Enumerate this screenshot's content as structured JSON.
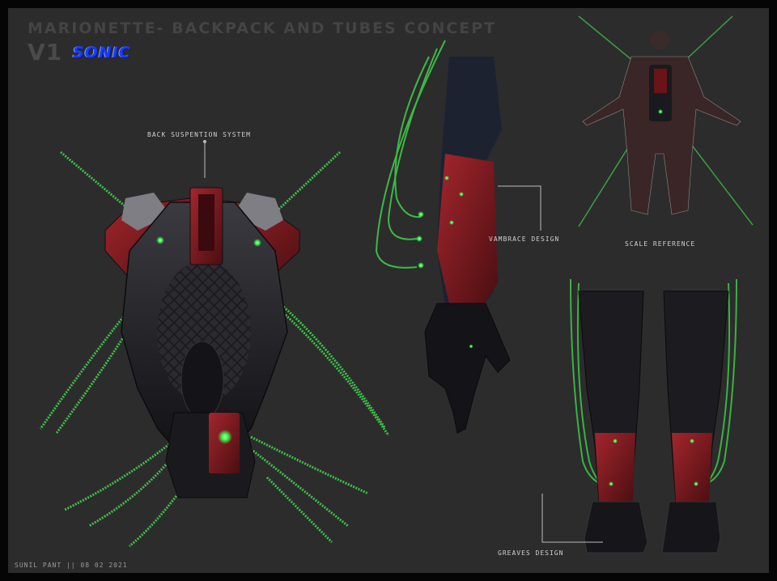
{
  "header": {
    "title": "MARIONETTE- BACKPACK AND TUBES CONCEPT",
    "version": "V1",
    "logo_text": "SONIC"
  },
  "callouts": {
    "back_suspension": "BACK SUSPENTION SYSTEM",
    "vambrace": "VAMBRACE DESIGN",
    "scale_reference": "SCALE REFERENCE",
    "greaves": "GREAVES DESIGN"
  },
  "footer": {
    "credit": "SUNIL PANT || 08 02 2021"
  },
  "colors": {
    "background": "#2c2c2c",
    "frame": "#050505",
    "armor_red": "#7a1a1f",
    "armor_dark": "#1a1a1e",
    "glow_green": "#39ff4a",
    "logo_blue": "#1a3cff"
  }
}
